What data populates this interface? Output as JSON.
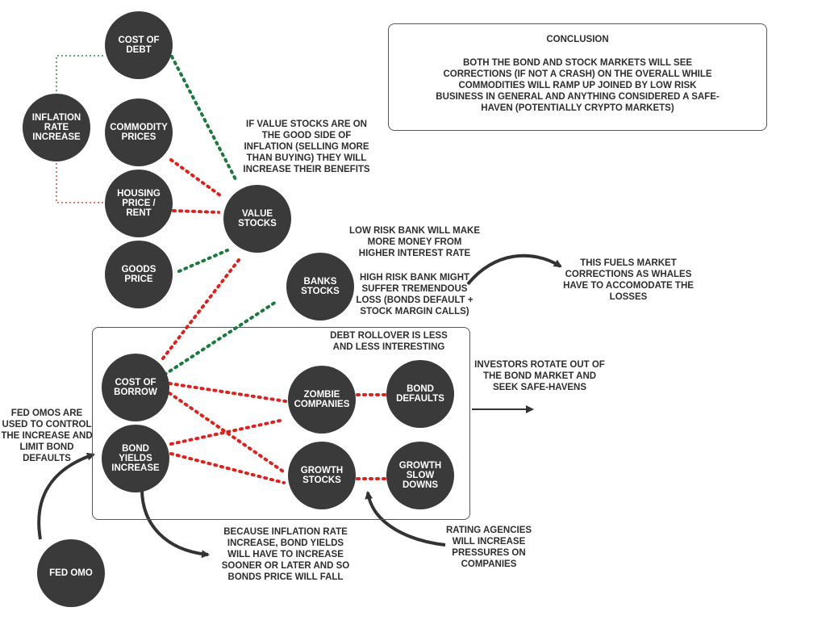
{
  "nodes": {
    "cost_of_debt": "COST OF DEBT",
    "inflation_rate_increase": "INFLATION RATE INCREASE",
    "commodity_prices": "COMMODITY PRICES",
    "housing_price_rent": "HOUSING PRICE / RENT",
    "goods_price": "GOODS PRICE",
    "value_stocks": "VALUE STOCKS",
    "banks_stocks": "BANKS STOCKS",
    "cost_of_borrow": "COST OF BORROW",
    "bond_yields_increase": "BOND YIELDS INCREASE",
    "zombie_companies": "ZOMBIE COMPANIES",
    "bond_defaults": "BOND DEFAULTS",
    "growth_stocks": "GROWTH STOCKS",
    "growth_slow_downs": "GROWTH SLOW DOWNS",
    "fed_omo": "FED OMO"
  },
  "notes": {
    "conclusion_title": "CONCLUSION",
    "conclusion_body": "BOTH THE BOND AND STOCK MARKETS  WILL SEE CORRECTIONS (IF NOT A CRASH) ON THE OVERALL WHILE COMMODITIES WILL RAMP UP JOINED BY LOW RISK BUSINESS IN GENERAL AND ANYTHING CONSIDERED A SAFE-HAVEN (POTENTIALLY CRYPTO MARKETS)",
    "value_stocks_note": "IF VALUE STOCKS ARE ON THE GOOD SIDE OF INFLATION (SELLING MORE THAN BUYING) THEY WILL INCREASE THEIR BENEFITS",
    "low_risk_bank": "LOW RISK BANK WILL MAKE MORE MONEY FROM HIGHER INTEREST RATE",
    "high_risk_bank": "HIGH RISK BANK MIGHT SUFFER TREMENDOUS LOSS (BONDS DEFAULT + STOCK MARGIN CALLS)",
    "market_corrections": "THIS FUELS MARKET CORRECTIONS AS WHALES HAVE TO ACCOMODATE THE LOSSES",
    "debt_rollover": "DEBT ROLLOVER IS LESS AND LESS INTERESTING",
    "investors_rotate": "INVESTORS ROTATE OUT OF THE BOND MARKET AND SEEK SAFE-HAVENS",
    "fed_omos_note": "FED OMOS ARE USED TO CONTROL THE INCREASE AND LIMIT BOND DEFAULTS",
    "bond_price_fall": "BECAUSE INFLATION RATE INCREASE, BOND YIELDS WILL HAVE TO INCREASE SOONER OR LATER AND SO BONDS PRICE WILL FALL",
    "rating_agencies": "RATING AGENCIES WILL INCREASE PRESSURES ON COMPANIES"
  },
  "colors": {
    "node_fill": "#3a3a3a",
    "positive_link": "#1a7a3c",
    "negative_link": "#e0201c",
    "inflation_link_green": "#2a8a4a",
    "inflation_link_red": "#d84a3a",
    "arrow": "#333333"
  }
}
